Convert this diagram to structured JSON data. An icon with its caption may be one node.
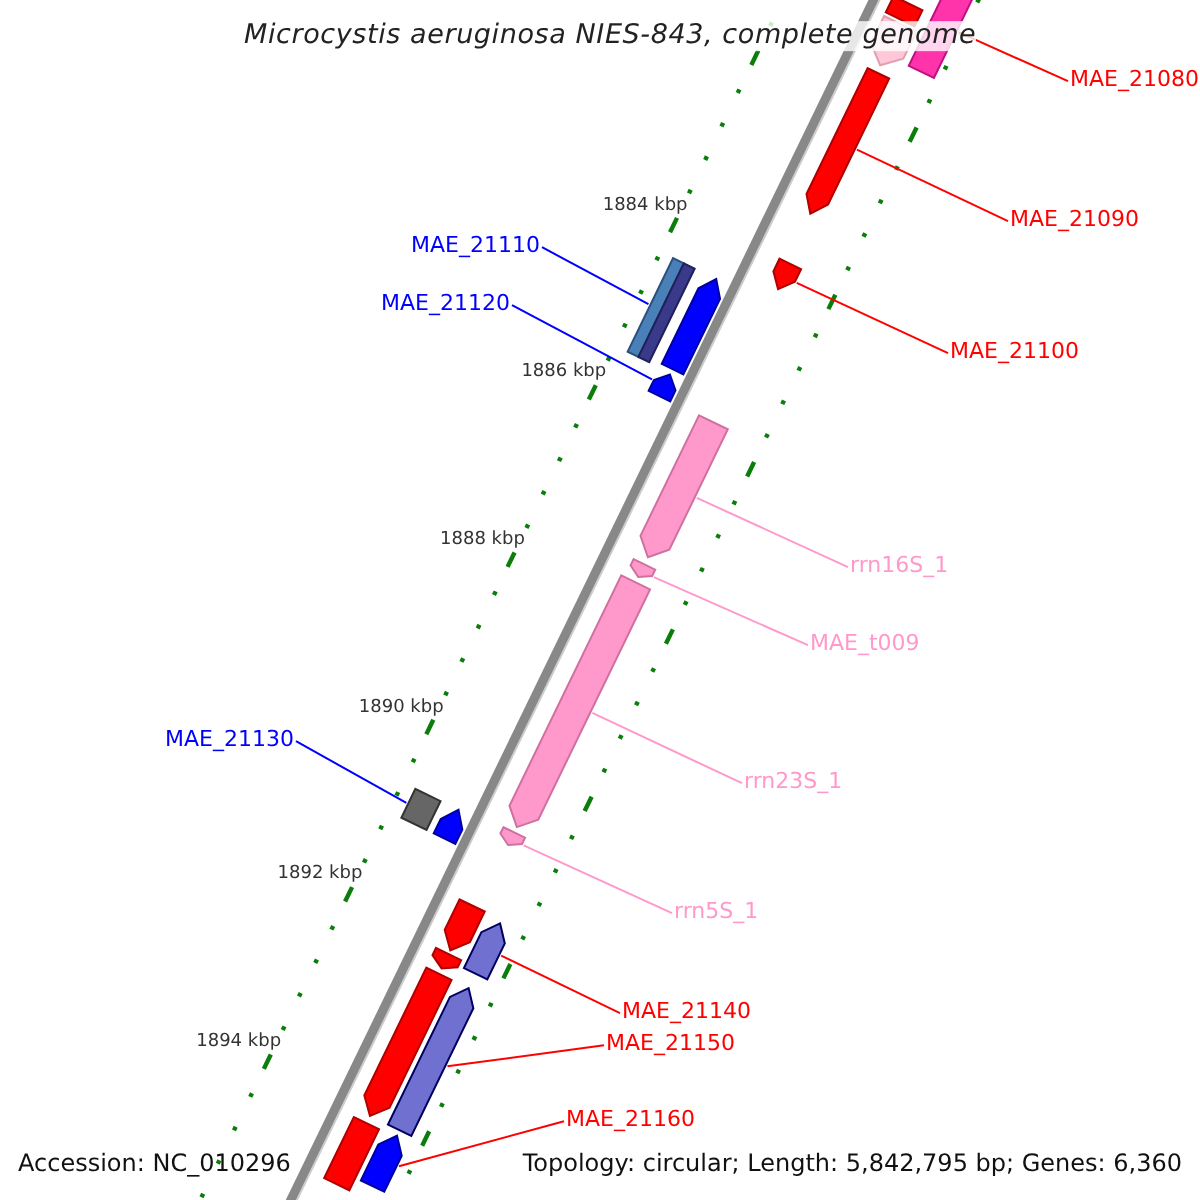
{
  "diagram": {
    "title": "Microcystis aeruginosa NIES-843, complete genome",
    "nodes": [
      {
        "text": [
          "MAE_21080"
        ]
      },
      {
        "text": [
          "MAE_21090"
        ]
      },
      {
        "text": [
          "MAE_21110"
        ]
      },
      {
        "text": [
          "MAE_21120"
        ]
      },
      {
        "text": [
          "MAE_21100"
        ]
      },
      {
        "text": [
          "rrn16S_1"
        ]
      },
      {
        "text": [
          "MAE_t009"
        ]
      },
      {
        "text": [
          "MAE_21130"
        ]
      },
      {
        "text": [
          "rrn23S_1"
        ]
      },
      {
        "text": [
          "rrn5S_1"
        ]
      },
      {
        "text": [
          "MAE_21140"
        ]
      },
      {
        "text": [
          "MAE_21150"
        ]
      },
      {
        "text": [
          "MAE_21160"
        ]
      },
      {
        "text": [],
        "shape": "bar"
      },
      {
        "text": [],
        "shape": "bar"
      },
      {
        "text": [],
        "shape": "bar"
      },
      {
        "text": [],
        "shape": "bar"
      },
      {
        "text": [],
        "shape": "bar"
      },
      {
        "text": [],
        "shape": "bar"
      },
      {
        "text": [],
        "shape": "bar"
      },
      {
        "text": [],
        "shape": "bar"
      },
      {
        "text": [],
        "shape": "bar"
      },
      {
        "text": [],
        "shape": "bar"
      },
      {
        "text": [],
        "shape": "bar"
      },
      {
        "text": [],
        "shape": "bar"
      },
      {
        "text": [],
        "shape": "bar"
      },
      {
        "text": [],
        "shape": "bar"
      },
      {
        "text": [],
        "shape": "bar"
      },
      {
        "text": [],
        "shape": "bar"
      },
      {
        "text": [],
        "shape": "bar"
      },
      {
        "text": [],
        "shape": "bar"
      },
      {
        "text": [],
        "shape": "bar"
      },
      {
        "text": [],
        "shape": "bar"
      },
      {
        "text": [],
        "shape": "bar"
      },
      {
        "text": [],
        "shape": "bar"
      }
    ],
    "edges": [
      {
        "from": 0,
        "to": 13,
        "arrow": "none"
      },
      {
        "from": 1,
        "to": 14,
        "arrow": "none"
      },
      {
        "from": 2,
        "to": 16,
        "arrow": "none",
        "color": "#0000ff"
      },
      {
        "from": 3,
        "to": 17,
        "arrow": "none",
        "color": "#0000ff"
      },
      {
        "from": 4,
        "to": 15,
        "arrow": "none"
      },
      {
        "from": 5,
        "to": 18,
        "arrow": "none",
        "color": "#ff99cc"
      },
      {
        "from": 6,
        "to": 19,
        "arrow": "none",
        "color": "#ff99cc"
      },
      {
        "from": 7,
        "to": 22,
        "arrow": "none",
        "color": "#0000ff"
      },
      {
        "from": 8,
        "to": 20,
        "arrow": "none",
        "color": "#ff99cc"
      },
      {
        "from": 9,
        "to": 21,
        "arrow": "none",
        "color": "#ff99cc"
      },
      {
        "from": 10,
        "to": 23,
        "arrow": "none"
      },
      {
        "from": 11,
        "to": 24,
        "arrow": "none"
      },
      {
        "from": 12,
        "to": 25,
        "arrow": "none"
      }
    ],
    "labels": [
      "1884 kbp",
      "1886 kbp",
      "1888 kbp",
      "1890 kbp",
      "1892 kbp",
      "1894 kbp",
      "Accession: NC_010296",
      "Topology: circular; Length: 5,842,795 bp; Genes: 6,360"
    ]
  }
}
